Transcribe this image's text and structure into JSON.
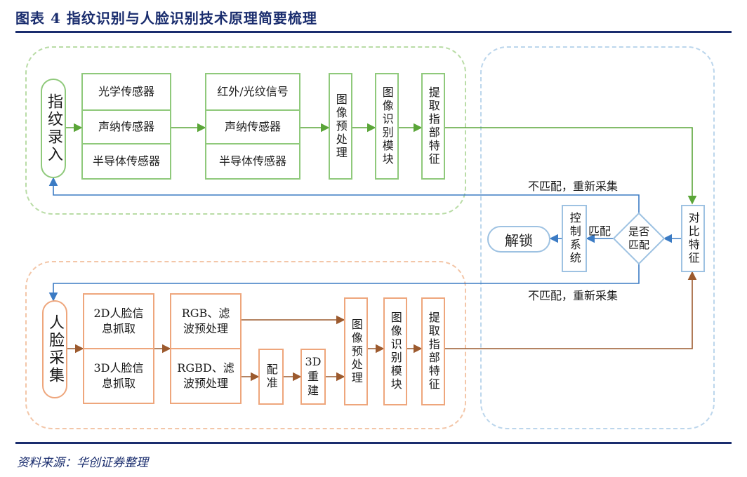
{
  "title": "图表 4   指纹识别与人脸识别技术原理简要梳理",
  "source": "资料来源：华创证券整理",
  "colors": {
    "green": "#5aa538",
    "orange": "#9c5a2e",
    "blue": "#3b7bc4",
    "navy": "#1a2d6e"
  },
  "fingerprint": {
    "input": "指纹录入",
    "sensors": [
      "光学传感器",
      "声纳传感器",
      "半导体传感器"
    ],
    "signals": [
      "红外/光纹信号",
      "声纳传感器",
      "半导体传感器"
    ],
    "preprocess": "图像预处理",
    "recognition": "图像识别模块",
    "extract": "提取指部特征"
  },
  "face": {
    "input": "人脸采集",
    "capture": [
      "2D人脸信息抓取",
      "3D人脸信息抓取"
    ],
    "filter": [
      "RGB、滤波预处理",
      "RGBD、滤波预处理"
    ],
    "align": "配准",
    "rebuild": "3D重建",
    "preprocess": "图像预处理",
    "recognition": "图像识别模块",
    "extract": "提取指部特征"
  },
  "decision": {
    "compare": "对比特征",
    "is_match": "是否匹配",
    "match_label": "匹配",
    "control": "控制系统",
    "unlock": "解锁",
    "mismatch_top": "不匹配，重新采集",
    "mismatch_bottom": "不匹配，重新采集"
  }
}
